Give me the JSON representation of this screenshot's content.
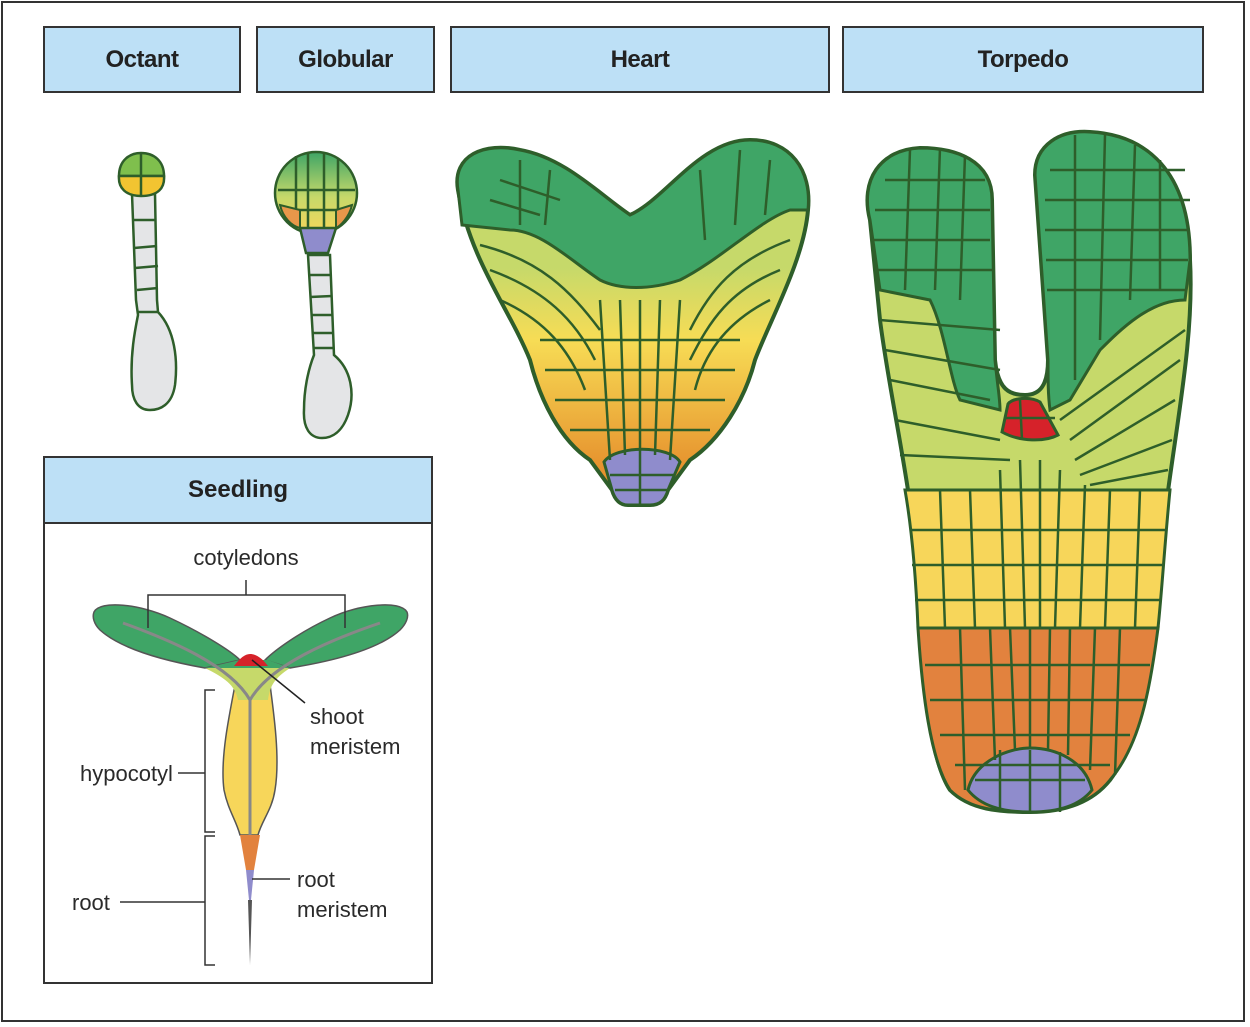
{
  "stages": [
    {
      "key": "octant",
      "label": "Octant"
    },
    {
      "key": "globular",
      "label": "Globular"
    },
    {
      "key": "heart",
      "label": "Heart"
    },
    {
      "key": "torpedo",
      "label": "Torpedo"
    }
  ],
  "seedling": {
    "title": "Seedling",
    "labels": {
      "cotyledons": "cotyledons",
      "shoot": "shoot",
      "shoot_meristem": "meristem",
      "hypocotyl": "hypocotyl",
      "root": "root",
      "root_meristem_1": "root",
      "root_meristem_2": "meristem"
    }
  },
  "colors": {
    "outline": "#2e5e2a",
    "dark_green": "#3fa566",
    "light_green": "#c6d96a",
    "yellow": "#f7d65a",
    "orange": "#e2823e",
    "purple": "#8f8ccc",
    "red": "#d6222a",
    "suspensor": "#e4e5e7",
    "header_bg": "#bde0f6"
  }
}
